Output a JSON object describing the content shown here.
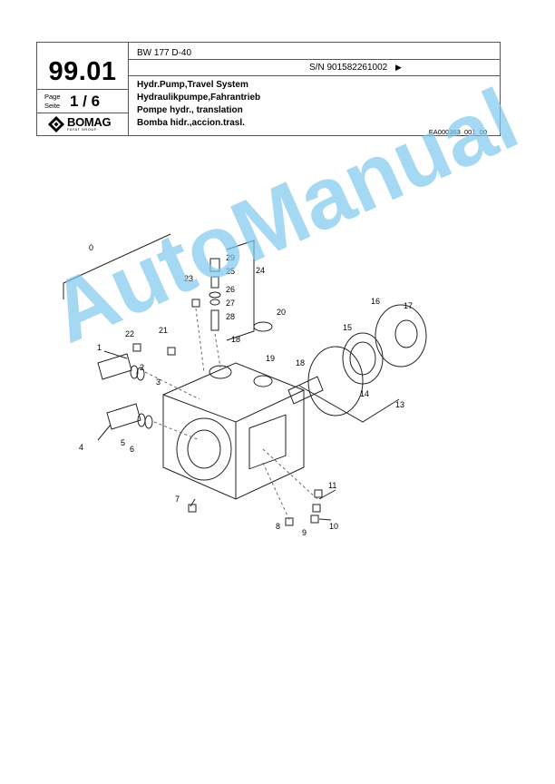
{
  "header": {
    "model": "BW 177 D-40",
    "serial": "S/N 901582261002",
    "serial_arrow": "▶",
    "section": "99.01",
    "page_label_en": "Page",
    "page_label_de": "Seite",
    "page_number": "1 / 6",
    "brand": "BOMAG",
    "brand_sub": "FAYAT GROUP",
    "titles": [
      "Hydr.Pump,Travel System",
      "Hydraulikpumpe,Fahrantrieb",
      "Pompe hydr., translation",
      "Bomba hidr.,accion.trasl."
    ],
    "doc_ref": "EA000363_001_00"
  },
  "drawing": {
    "callouts": [
      "0",
      "1",
      "2",
      "3",
      "4",
      "5",
      "6",
      "7",
      "8",
      "9",
      "10",
      "11",
      "13",
      "14",
      "15",
      "16",
      "17",
      "18",
      "18",
      "19",
      "20",
      "21",
      "22",
      "23",
      "24",
      "25",
      "26",
      "27",
      "28",
      "29"
    ]
  },
  "watermark": "AutoManual",
  "colors": {
    "watermark": "#7ec8ef",
    "line": "#555555"
  }
}
